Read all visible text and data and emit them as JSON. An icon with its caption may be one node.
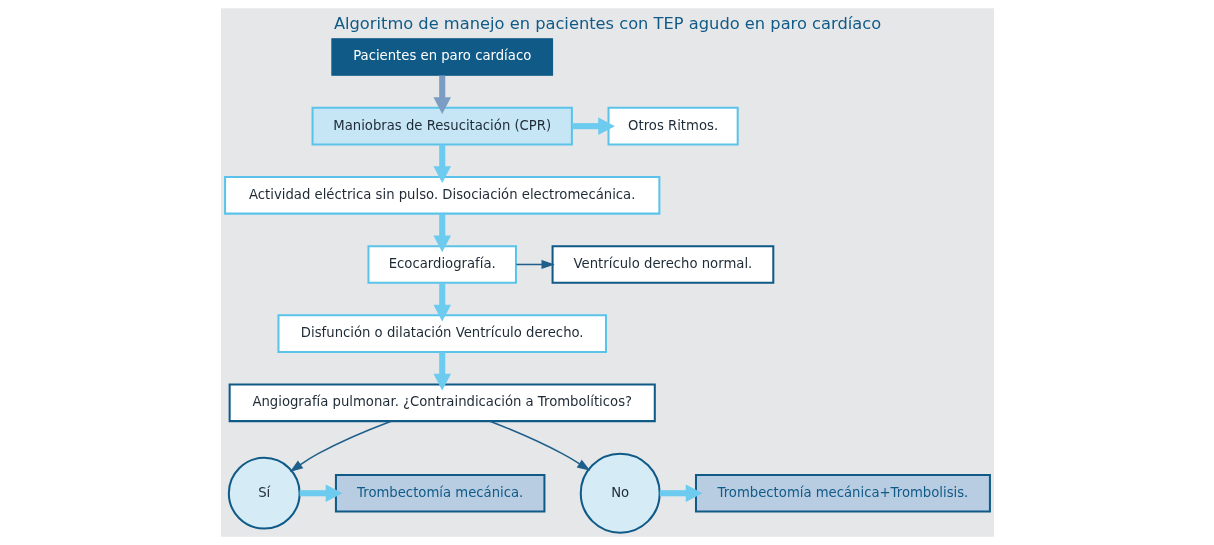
{
  "diagram": {
    "title": "Algoritmo de manejo en pacientes con TEP agudo en paro cardíaco",
    "nodes": [
      {
        "text": [
          "Pacientes en paro cardíaco"
        ]
      },
      {
        "text": [
          "Maniobras de Resucitación (CPR)"
        ]
      },
      {
        "text": [
          "Actividad eléctrica sin pulso. Disociación electromecánica."
        ]
      },
      {
        "text": [
          "Otros Ritmos."
        ]
      },
      {
        "text": [
          "Ecocardiografía."
        ]
      },
      {
        "text": [
          "Ventrículo derecho normal."
        ]
      },
      {
        "text": [
          "Disfunción o dilatación Ventrículo derecho."
        ]
      },
      {
        "text": [
          "Angiografía pulmonar. ¿Contraindicación a Trombolíticos?"
        ]
      },
      {
        "text": [
          "Sí"
        ]
      },
      {
        "text": [
          "No"
        ]
      },
      {
        "text": [
          "Trombectomía mecánica."
        ]
      },
      {
        "text": [
          "Trombectomía mecánica+Trombolisis."
        ]
      }
    ],
    "edges": [
      {
        "from": 0,
        "to": 1,
        "arrow": "to",
        "color": "#7b9cc3"
      },
      {
        "from": 1,
        "to": 2,
        "arrow": "to"
      },
      {
        "from": 1,
        "to": 3,
        "arrow": "to"
      },
      {
        "from": 2,
        "to": 4,
        "arrow": "to"
      },
      {
        "from": 4,
        "to": 5,
        "arrow": "to",
        "color": "#1f5f8b"
      },
      {
        "from": 4,
        "to": 6,
        "arrow": "to"
      },
      {
        "from": 6,
        "to": 7,
        "arrow": "to"
      },
      {
        "from": 7,
        "to": 8,
        "arrow": "to",
        "color": "#1f5f8b"
      },
      {
        "from": 7,
        "to": 9,
        "arrow": "to",
        "color": "#1f5f8b"
      },
      {
        "from": 8,
        "to": 10,
        "arrow": "to"
      },
      {
        "from": 9,
        "to": 11,
        "arrow": "to"
      }
    ]
  }
}
